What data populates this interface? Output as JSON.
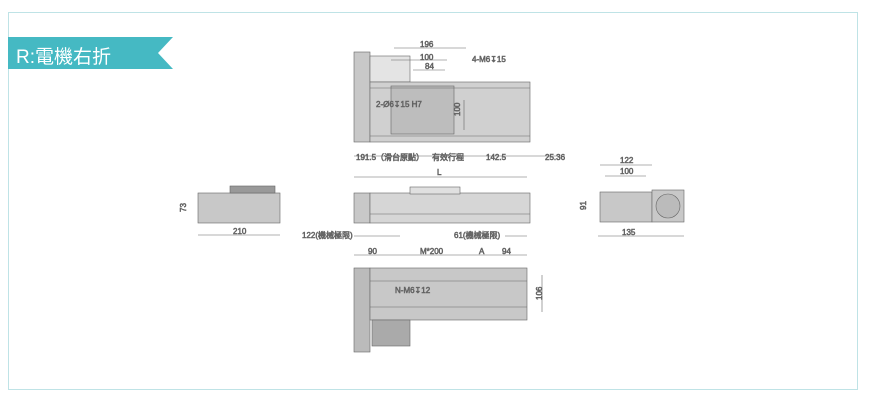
{
  "title": "R:電機右折",
  "colors": {
    "accent": "#45b9c3",
    "frame": "#bfe3e6",
    "body": "#c8c8c8",
    "dark": "#8a8a8a"
  },
  "top_view": {
    "d196": "196",
    "d100": "100",
    "d84": "84",
    "tap": "4-M6↧15",
    "pin": "2-Ø6↧15 H7",
    "d100v": "100",
    "origin": "191.5（滑台原點）",
    "stroke": "有效行程",
    "d142": "142.5",
    "d25": "25.36"
  },
  "front_view": {
    "L": "L",
    "left_limit": "122(機械極限)",
    "right_limit": "61(機械極限)"
  },
  "bottom_view": {
    "d90": "90",
    "m200": "M*200",
    "A": "A",
    "d94": "94",
    "tap": "N-M6↧12",
    "d106": "106"
  },
  "left_view": {
    "h": "73",
    "w": "210"
  },
  "right_view": {
    "d122": "122",
    "d100": "100",
    "h": "91",
    "w": "135"
  }
}
